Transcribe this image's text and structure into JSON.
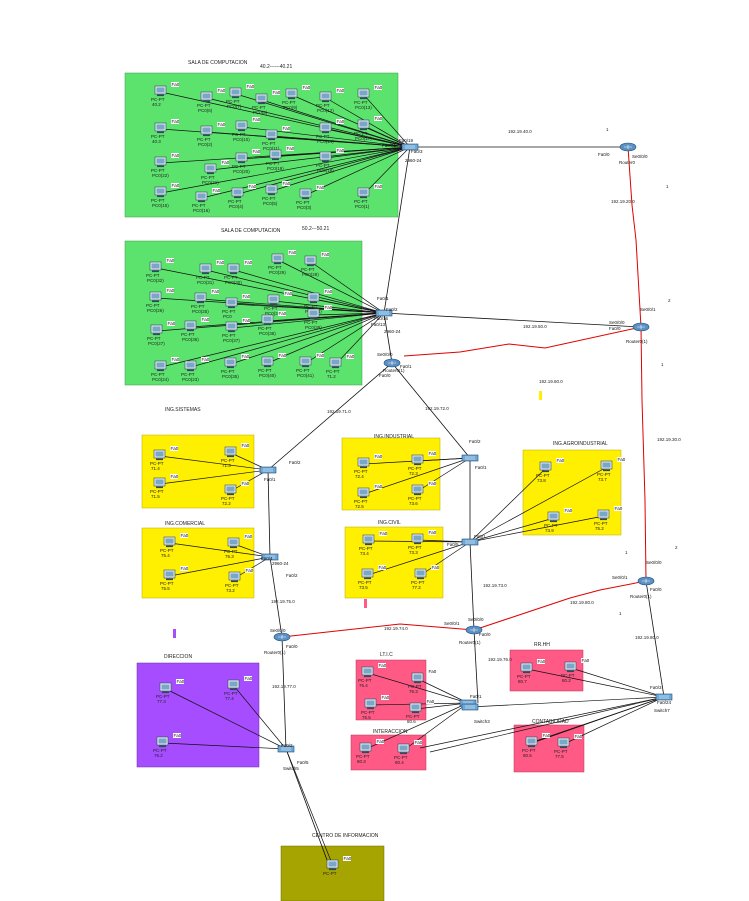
{
  "colors": {
    "green": "#5ce36e",
    "yellow": "#ffef00",
    "purple": "#a64dff",
    "pink": "#ff5a86",
    "olive": "#a6a400",
    "serial": "#e00000",
    "copper": "#111111"
  },
  "areas": [
    {
      "title": "SALA DE COMPUTACION",
      "note": "40.2------40.21",
      "color": "green"
    },
    {
      "title": "SALA DE COMPUTACION",
      "note": "50.2---50.21",
      "color": "green"
    },
    {
      "title": "ING.SISTEMAS",
      "color": "yellow"
    },
    {
      "title": "ING.INDUSTRIAL",
      "color": "yellow"
    },
    {
      "title": "ING.AGROINDUSTRIAL",
      "color": "yellow"
    },
    {
      "title": "ING.COMERCIAL",
      "color": "yellow"
    },
    {
      "title": "ING.CIVIL",
      "color": "yellow"
    },
    {
      "title": "DIRECCION",
      "color": "purple"
    },
    {
      "title": "LT.I.C",
      "color": "pink"
    },
    {
      "title": "RR.HH",
      "color": "pink"
    },
    {
      "title": "CONTABILIDAD",
      "color": "pink"
    },
    {
      "title": "INTERACCION",
      "color": "pink"
    },
    {
      "title": "CENTRO DE INFORMACION",
      "color": "olive"
    }
  ],
  "networks": [
    "192.19.40.0",
    "192.19.20.0",
    "192.19.50.0",
    "192.19.60.0",
    "192.19.71.0",
    "192.19.72.0",
    "192.19.73.0",
    "192.19.30.0",
    "192.19.80.0",
    "192.19.75.0",
    "192.19.74.0",
    "192.19.76.0",
    "192.19.77.0"
  ],
  "routers": [
    {
      "name": "Router0",
      "ports": [
        "Fa0/0",
        "Se0/0/0"
      ]
    },
    {
      "name": "Router0(1)",
      "ports": [
        "Se0/0/1",
        "Se0/0/0",
        "Fa0/0"
      ]
    },
    {
      "name": "Router0(1)",
      "ports": [
        "Se0/0/0",
        "Fa0/0",
        "Fa0/1"
      ]
    },
    {
      "name": "Router0(1)",
      "ports": [
        "Se0/0/0",
        "Se0/0/1",
        "Fa0/0"
      ]
    },
    {
      "name": "Router0(1)",
      "ports": [
        "Se0/0/0",
        "Se0/0/1",
        "Fa0/0"
      ]
    },
    {
      "name": "Router0(1)",
      "ports": [
        "Se0/0/0",
        "Fa0/0",
        "Fa0/1"
      ]
    }
  ],
  "switches": [
    {
      "name": "2960-24",
      "ports": [
        "Fa0/19",
        "Fa0/21",
        "Fa0/3"
      ]
    },
    {
      "name": "2960-24",
      "ports": [
        "Fa0/1",
        "Fa0/16",
        "Fa0/13",
        "Fa0/2"
      ]
    },
    {
      "name": "2960-24",
      "ports": [
        "Fa0/2",
        "Fa0/1"
      ]
    },
    {
      "name": "2960-24",
      "ports": [
        "Fa0/2",
        "Fa0/1"
      ]
    },
    {
      "name": "2960-24",
      "ports": [
        "Fa0/4",
        "Fa0/2"
      ]
    },
    {
      "name": "2960-24",
      "ports": [
        "Fa0/5",
        "Fa0/1"
      ]
    },
    {
      "name": "Switch3",
      "ports": [
        "Fa0/1",
        "Fa0/4"
      ]
    },
    {
      "name": "2960-24",
      "ports": [
        "Fa0/3",
        "Fa0/1"
      ]
    },
    {
      "name": "Switch7",
      "ports": [
        "Fa0/3",
        "Fa0/24"
      ]
    },
    {
      "name": "Switch5",
      "ports": [
        "Fa0/5",
        "Fa0/2"
      ]
    }
  ],
  "pc_type": "PC-PT",
  "port_label": "Fa0",
  "pcs": [
    "40.2",
    "PC0(6)",
    "PC0(7)",
    "PC0(8)",
    "PC0(9)",
    "PC0(12)",
    "PC0(13)",
    "40.3",
    "PC0(2)",
    "PC0(10)",
    "PC0(11)",
    "PC0(14)",
    "PC0(17)",
    "PC0(22)",
    "PC0(21)",
    "PC0(20)",
    "PC0(19)",
    "PC0(18)",
    "PC0(15)",
    "PC0(16)",
    "PC0(4)",
    "PC0(5)",
    "PC0(3)",
    "PC0(1)",
    "PC0(32)",
    "PC0(31)",
    "PC0(30)",
    "PC0(29)",
    "PC0(28)",
    "PC0(26)",
    "PC0(25)",
    "PC0",
    "PC0(33)",
    "PC0(34)",
    "PC0(27)",
    "PC0(36)",
    "PC0(37)",
    "PC0(38)",
    "PC0(39)",
    "PC0(24)",
    "PC0(23)",
    "PC0(35)",
    "PC0(40)",
    "PC0(41)",
    "71.2",
    "71.4",
    "71.3",
    "71.5",
    "72.2",
    "72.4",
    "72.3",
    "72.5",
    "73.6",
    "73.8",
    "73.7",
    "73.9",
    "75.2",
    "75.4",
    "75.3",
    "75.5",
    "73.2",
    "73.4",
    "73.3",
    "73.5",
    "77.2",
    "77.3",
    "77.4",
    "76.2",
    "76.4",
    "76.3",
    "76.5",
    "80.6",
    "80.7",
    "80.2",
    "80.3",
    "80.4",
    "80.5",
    "77.5"
  ]
}
